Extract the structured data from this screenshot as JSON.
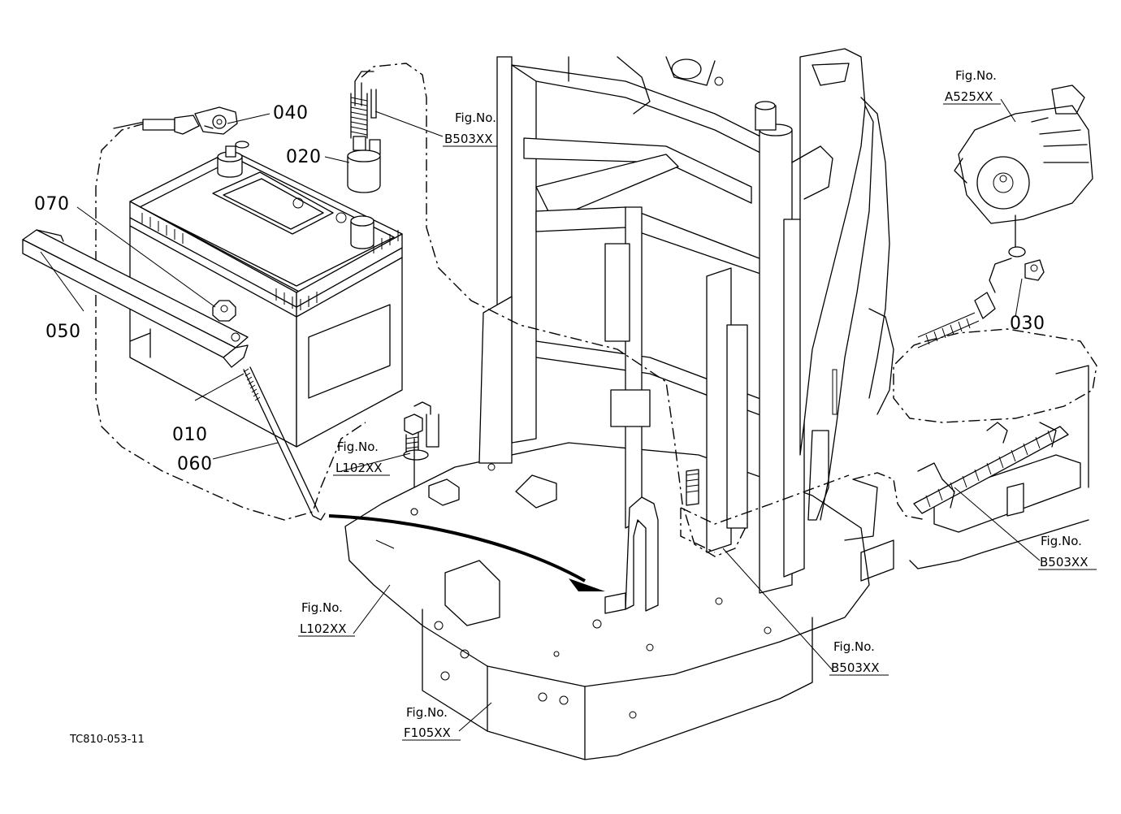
{
  "part_labels": {
    "p010": "010",
    "p020": "020",
    "p030": "030",
    "p040": "040",
    "p050": "050",
    "p060": "060",
    "p070": "070"
  },
  "figure_refs": {
    "b503_top": {
      "label": "Fig.No.",
      "code": "B503XX"
    },
    "a525": {
      "label": "Fig.No.",
      "code": "A525XX"
    },
    "l102_upper": {
      "label": "Fig.No.",
      "code": "L102XX"
    },
    "l102_lower": {
      "label": "Fig.No.",
      "code": "L102XX"
    },
    "b503_right": {
      "label": "Fig.No.",
      "code": "B503XX"
    },
    "b503_bottom": {
      "label": "Fig.No.",
      "code": "B503XX"
    },
    "f105": {
      "label": "Fig.No.",
      "code": "F105XX"
    }
  },
  "drawing_code": "TC810-053-11"
}
